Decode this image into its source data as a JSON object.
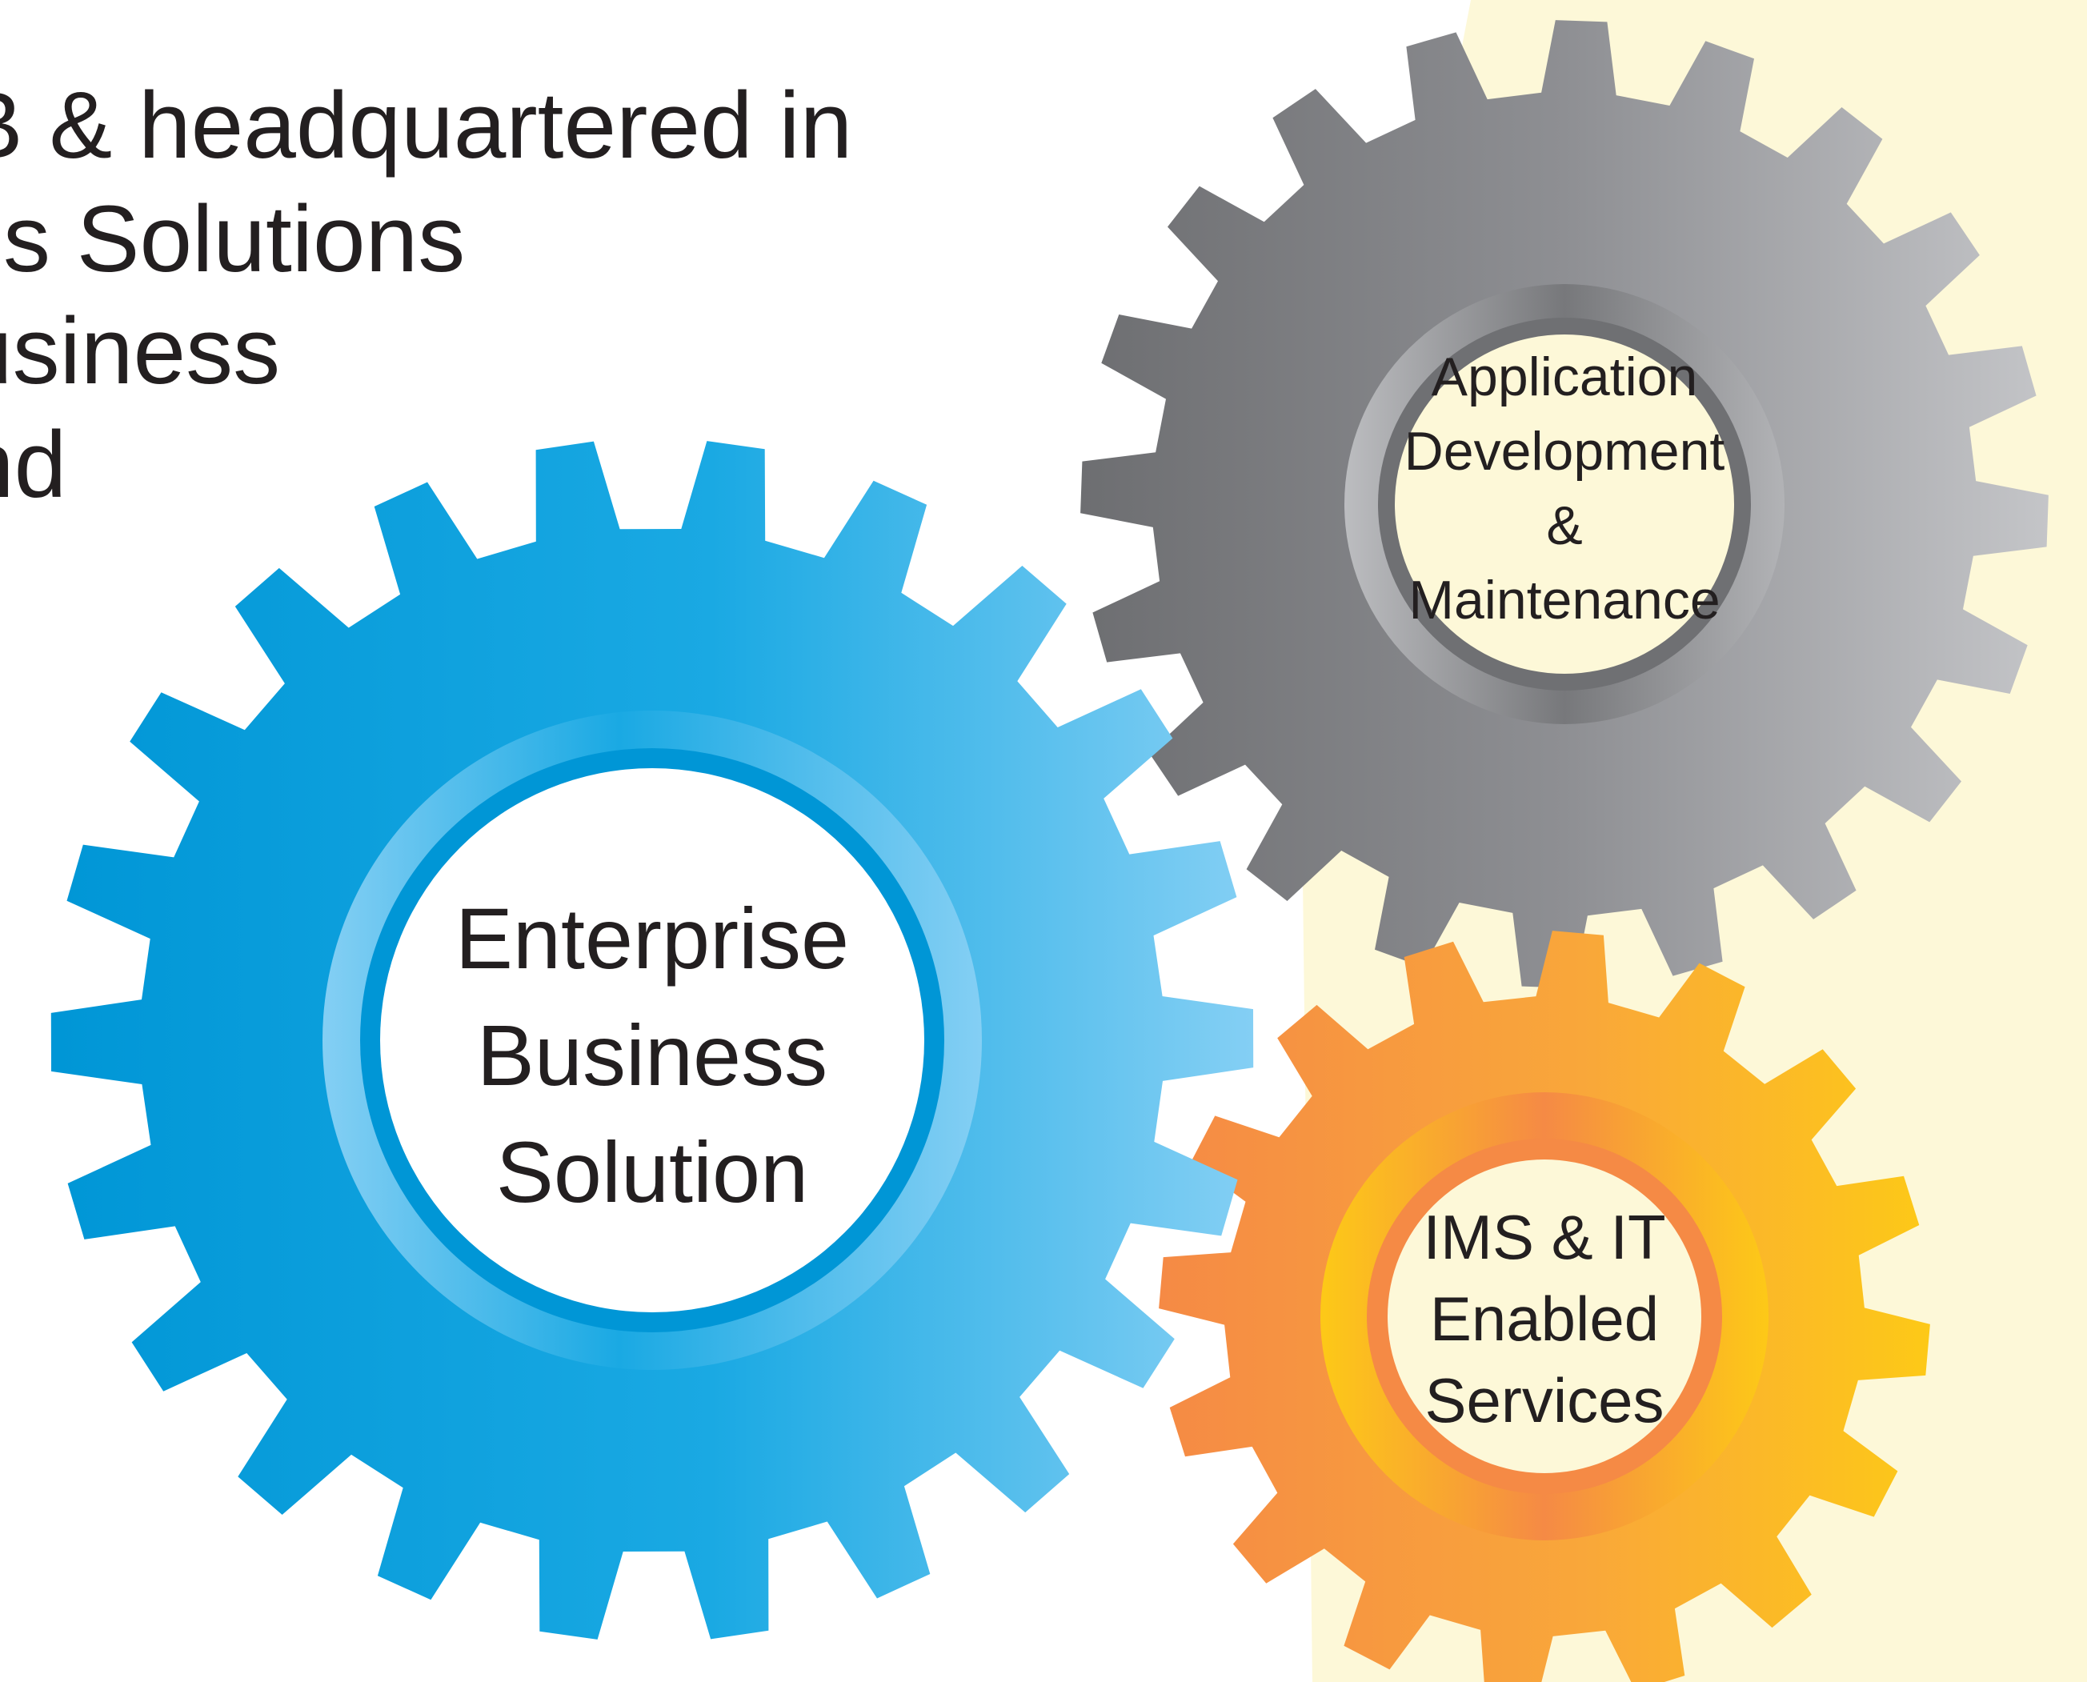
{
  "intro_text": {
    "line1": "B & headquartered in",
    "line2": "ss Solutions",
    "line3": "usiness",
    "line4": "nd"
  },
  "gears": {
    "enterprise": {
      "label_lines": [
        "Enterprise",
        "Business",
        "Solution"
      ],
      "gradient_colors": [
        "#0096d6",
        "#84cff4"
      ]
    },
    "application": {
      "label_lines": [
        "Application",
        "Development",
        "&",
        "Maintenance"
      ],
      "gradient_colors": [
        "#6d6e71",
        "#c4c5c8"
      ]
    },
    "ims": {
      "label_lines": [
        "IMS & IT",
        "Enabled",
        "Services"
      ],
      "gradient_colors": [
        "#f58a45",
        "#fdc917"
      ]
    }
  },
  "colors": {
    "background": "#ffffff",
    "panel": "#fdf8d8",
    "text": "#231f20",
    "inner_disc": "#ffffff",
    "inner_disc_warm": "#fdf8d8"
  }
}
